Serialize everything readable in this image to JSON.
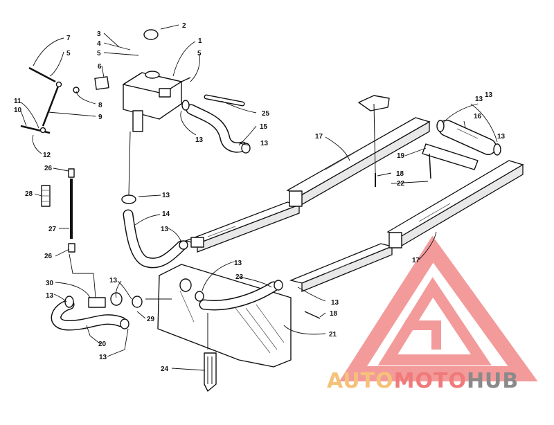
{
  "diagram": {
    "callouts": [
      {
        "id": "c1",
        "text": "1"
      },
      {
        "id": "c2",
        "text": "2"
      },
      {
        "id": "c3",
        "text": "3"
      },
      {
        "id": "c4",
        "text": "4"
      },
      {
        "id": "c5a",
        "text": "5"
      },
      {
        "id": "c5b",
        "text": "5"
      },
      {
        "id": "c5c",
        "text": "5"
      },
      {
        "id": "c6",
        "text": "6"
      },
      {
        "id": "c7",
        "text": "7"
      },
      {
        "id": "c8",
        "text": "8"
      },
      {
        "id": "c9",
        "text": "9"
      },
      {
        "id": "c10",
        "text": "10"
      },
      {
        "id": "c11",
        "text": "11"
      },
      {
        "id": "c12",
        "text": "12"
      },
      {
        "id": "c13a",
        "text": "13"
      },
      {
        "id": "c13b",
        "text": "13"
      },
      {
        "id": "c13c",
        "text": "13"
      },
      {
        "id": "c13d",
        "text": "13"
      },
      {
        "id": "c13e",
        "text": "13"
      },
      {
        "id": "c13f",
        "text": "13"
      },
      {
        "id": "c13g",
        "text": "13"
      },
      {
        "id": "c13h",
        "text": "13"
      },
      {
        "id": "c13i",
        "text": "13"
      },
      {
        "id": "c13j",
        "text": "13"
      },
      {
        "id": "c13k",
        "text": "13"
      },
      {
        "id": "c13l",
        "text": "13"
      },
      {
        "id": "c14",
        "text": "14"
      },
      {
        "id": "c15",
        "text": "15"
      },
      {
        "id": "c16",
        "text": "16"
      },
      {
        "id": "c17a",
        "text": "17"
      },
      {
        "id": "c17b",
        "text": "17"
      },
      {
        "id": "c18a",
        "text": "18"
      },
      {
        "id": "c18b",
        "text": "18"
      },
      {
        "id": "c19",
        "text": "19"
      },
      {
        "id": "c20",
        "text": "20"
      },
      {
        "id": "c21",
        "text": "21"
      },
      {
        "id": "c22",
        "text": "22"
      },
      {
        "id": "c23",
        "text": "23"
      },
      {
        "id": "c24",
        "text": "24"
      },
      {
        "id": "c25",
        "text": "25"
      },
      {
        "id": "c26a",
        "text": "26"
      },
      {
        "id": "c26b",
        "text": "26"
      },
      {
        "id": "c27",
        "text": "27"
      },
      {
        "id": "c28",
        "text": "28"
      },
      {
        "id": "c29",
        "text": "29"
      },
      {
        "id": "c30",
        "text": "30"
      }
    ]
  },
  "watermark": {
    "text_part1": "AUTO",
    "text_part2": "MOTO",
    "text_part3": "HUB",
    "color_primary": "#f07a7a",
    "color_secondary": "#f5c27a",
    "color_tertiary": "#8a8a8a"
  }
}
